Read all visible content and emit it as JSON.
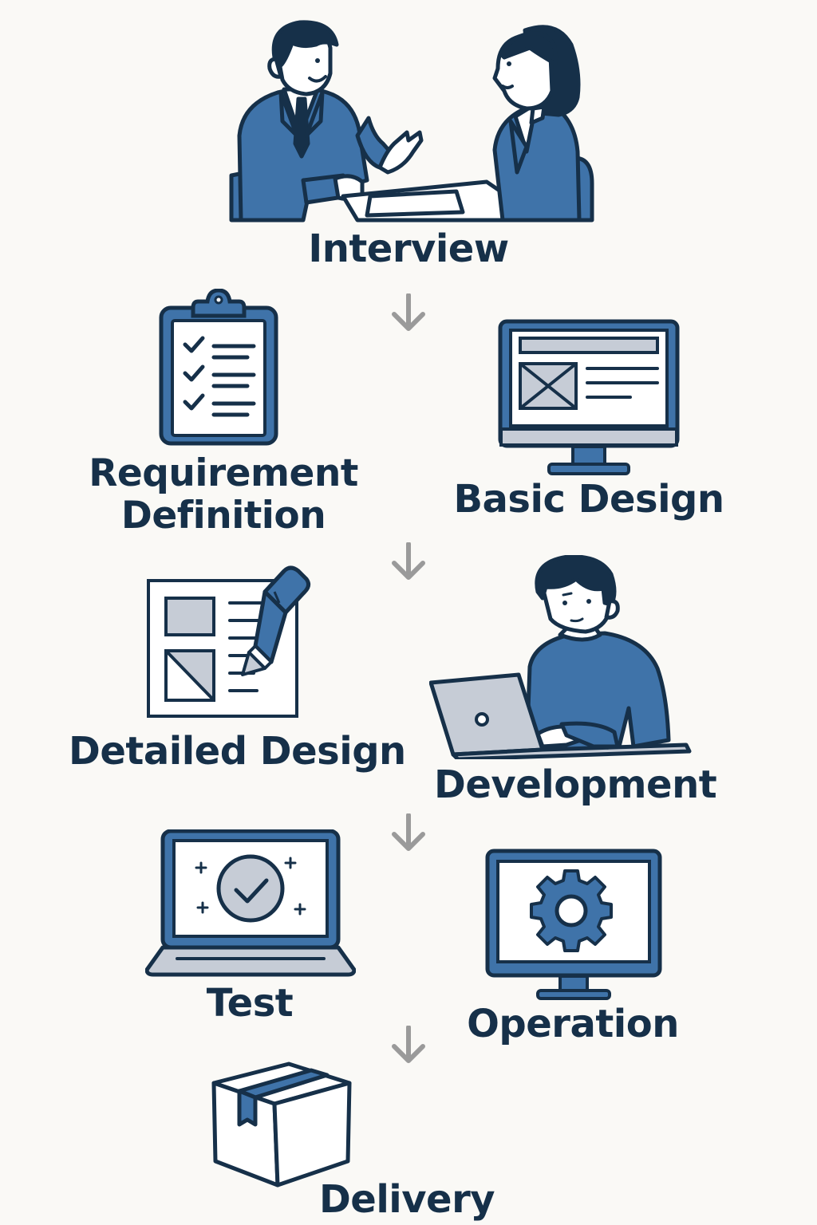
{
  "colors": {
    "ink": "#163049",
    "blue": "#3f73a9",
    "light": "#c6ccd6",
    "arrow": "#9a9a9a",
    "paper": "#ffffff",
    "background": "#faf9f6"
  },
  "steps": {
    "interview": {
      "label": "Interview",
      "icon": "meeting-icon"
    },
    "requirement": {
      "line1": "Requirement",
      "line2": "Definition",
      "icon": "clipboard-checklist-icon"
    },
    "basic_design": {
      "label": "Basic Design",
      "icon": "wireframe-monitor-icon"
    },
    "detailed_design": {
      "label": "Detailed Design",
      "icon": "document-pencil-icon"
    },
    "development": {
      "label": "Development",
      "icon": "developer-laptop-icon"
    },
    "test": {
      "label": "Test",
      "icon": "laptop-check-icon"
    },
    "operation": {
      "label": "Operation",
      "icon": "monitor-gear-icon"
    },
    "delivery": {
      "label": "Delivery",
      "icon": "package-box-icon"
    }
  },
  "flow_arrows": 4
}
